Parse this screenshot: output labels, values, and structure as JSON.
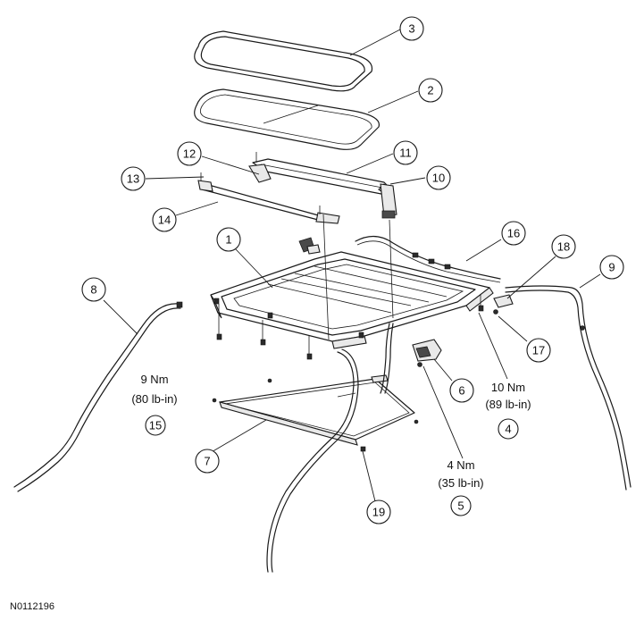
{
  "drawing_id": "N0112196",
  "callouts": [
    {
      "id": "1"
    },
    {
      "id": "2"
    },
    {
      "id": "3"
    },
    {
      "id": "4"
    },
    {
      "id": "5"
    },
    {
      "id": "6"
    },
    {
      "id": "7"
    },
    {
      "id": "8"
    },
    {
      "id": "9"
    },
    {
      "id": "10"
    },
    {
      "id": "11"
    },
    {
      "id": "12"
    },
    {
      "id": "13"
    },
    {
      "id": "14"
    },
    {
      "id": "15"
    },
    {
      "id": "16"
    },
    {
      "id": "17"
    },
    {
      "id": "18"
    },
    {
      "id": "19"
    }
  ],
  "torque_specs": [
    {
      "callout": "15",
      "metric": "9 Nm",
      "imperial": "(80 lb-in)"
    },
    {
      "callout": "4",
      "metric": "10 Nm",
      "imperial": "(89 lb-in)"
    },
    {
      "callout": "5",
      "metric": "4 Nm",
      "imperial": "(35 lb-in)"
    }
  ]
}
